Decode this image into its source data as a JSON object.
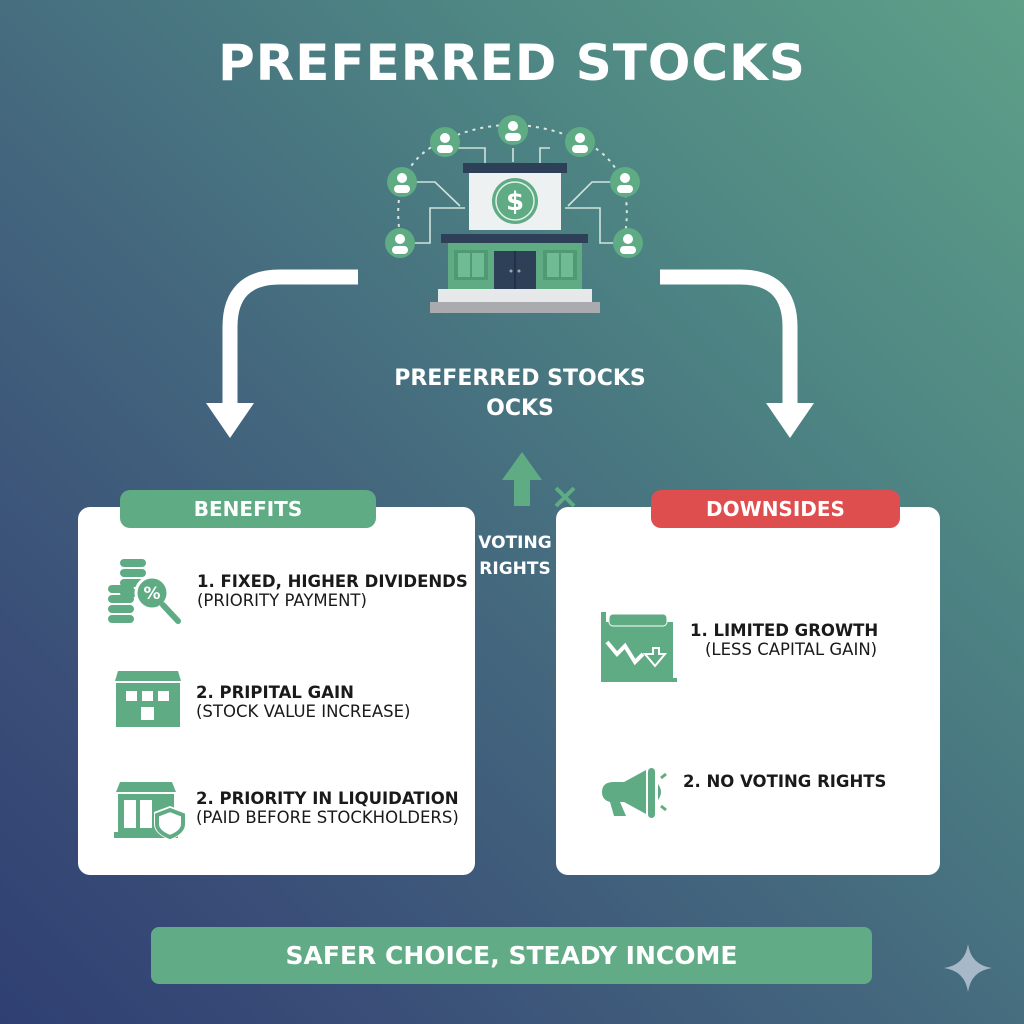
{
  "header": {
    "title": "PREFERRED STOCKS"
  },
  "center": {
    "subtitle_line1": "PREFERRED STOCKS",
    "subtitle_line2": "OCKS",
    "voting_line1": "VOTING",
    "voting_line2": "RIGHTS"
  },
  "benefits": {
    "label": "BENEFITS",
    "color": "#5fab84",
    "items": [
      {
        "title": "1. FIXED, HIGHER DIVIDENDS",
        "subtitle": "(PRIORITY PAYMENT)",
        "icon": "coins-percent-icon"
      },
      {
        "title": "2. PRIPITAL GAIN",
        "subtitle": "(STOCK VALUE INCREASE)",
        "icon": "building-icon"
      },
      {
        "title": "2. PRIORITY IN LIQUIDATION",
        "subtitle": "(PAID BEFORE STOCKHOLDERS)",
        "icon": "bank-shield-icon"
      }
    ]
  },
  "downsides": {
    "label": "DOWNSIDES",
    "color": "#de4e4e",
    "items": [
      {
        "title": "1. LIMITED GROWTH",
        "subtitle": "(LESS CAPITAL GAIN)",
        "icon": "declining-chart-icon"
      },
      {
        "title": "2. NO VOTING RIGHTS",
        "subtitle": "",
        "icon": "megaphone-icon"
      }
    ]
  },
  "footer": {
    "label": "SAFER CHOICE, STEADY INCOME"
  },
  "colors": {
    "accent_green": "#5fab84",
    "accent_red": "#de4e4e",
    "bg_top_right": "#5ea088",
    "bg_bottom_left": "#2f3f72"
  }
}
